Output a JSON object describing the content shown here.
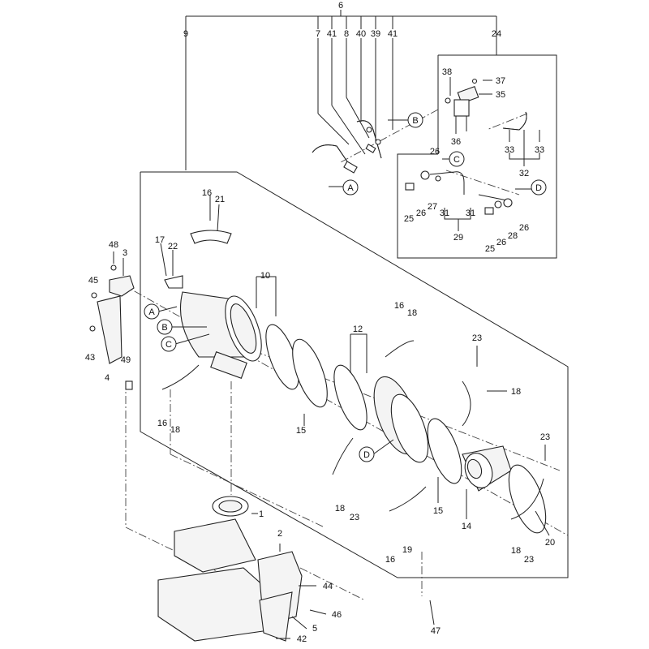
{
  "callouts": {
    "c6": "6",
    "c9": "9",
    "c7": "7",
    "c41a": "41",
    "c8": "8",
    "c40": "40",
    "c39": "39",
    "c41b": "41",
    "c24": "24",
    "c38": "38",
    "c37": "37",
    "c35": "35",
    "c36": "36",
    "c26a": "26",
    "c33a": "33",
    "c33b": "33",
    "c32": "32",
    "c25a": "25",
    "c26b": "26",
    "c27": "27",
    "c31a": "31",
    "c31b": "31",
    "c29": "29",
    "c25b": "25",
    "c26c": "26",
    "c28": "28",
    "c26d": "26",
    "c16a": "16",
    "c21": "21",
    "c17": "17",
    "c22": "22",
    "c48": "48",
    "c3": "3",
    "c45": "45",
    "c10": "10",
    "c43": "43",
    "c49": "49",
    "c4": "4",
    "c16b": "16",
    "c18a": "18",
    "c15a": "15",
    "c12": "12",
    "c16c": "16",
    "c18b": "18",
    "c23a": "23",
    "c18c": "18",
    "c23b": "23",
    "c18d": "18",
    "c23c": "23",
    "c15b": "15",
    "c14": "14",
    "c20": "20",
    "c18e": "18",
    "c23d": "23",
    "c1": "1",
    "c2": "2",
    "c16d": "16",
    "c19": "19",
    "c44": "44",
    "c46": "46",
    "c5": "5",
    "c42": "42",
    "c47": "47"
  },
  "refs": {
    "A1": "A",
    "B1": "B",
    "C1": "C",
    "D1": "D",
    "A2": "A",
    "B2": "B",
    "C2": "C",
    "D2": "D"
  }
}
